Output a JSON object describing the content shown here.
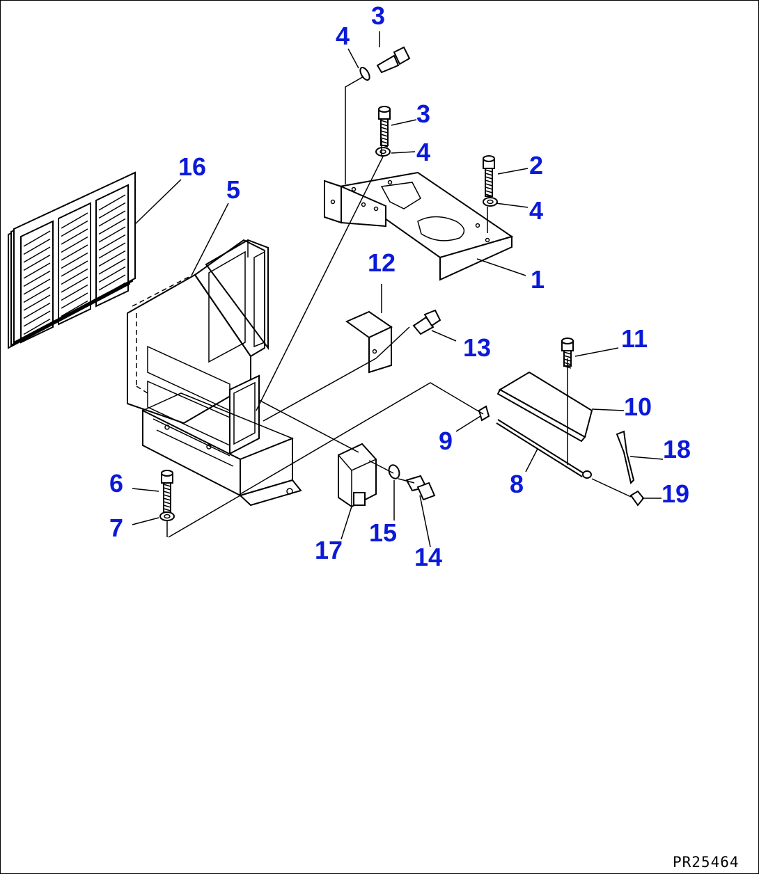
{
  "diagram": {
    "callouts": [
      {
        "id": "c1",
        "text": "1"
      },
      {
        "id": "c2",
        "text": "2"
      },
      {
        "id": "c3a",
        "text": "3"
      },
      {
        "id": "c3b",
        "text": "3"
      },
      {
        "id": "c4a",
        "text": "4"
      },
      {
        "id": "c4b",
        "text": "4"
      },
      {
        "id": "c4c",
        "text": "4"
      },
      {
        "id": "c5",
        "text": "5"
      },
      {
        "id": "c6",
        "text": "6"
      },
      {
        "id": "c7",
        "text": "7"
      },
      {
        "id": "c8",
        "text": "8"
      },
      {
        "id": "c9",
        "text": "9"
      },
      {
        "id": "c10",
        "text": "10"
      },
      {
        "id": "c11",
        "text": "11"
      },
      {
        "id": "c12",
        "text": "12"
      },
      {
        "id": "c13",
        "text": "13"
      },
      {
        "id": "c14",
        "text": "14"
      },
      {
        "id": "c15",
        "text": "15"
      },
      {
        "id": "c16",
        "text": "16"
      },
      {
        "id": "c17",
        "text": "17"
      },
      {
        "id": "c18",
        "text": "18"
      },
      {
        "id": "c19",
        "text": "19"
      }
    ],
    "drawing_code": "PR25464",
    "label_color": "#0b1ad8"
  }
}
